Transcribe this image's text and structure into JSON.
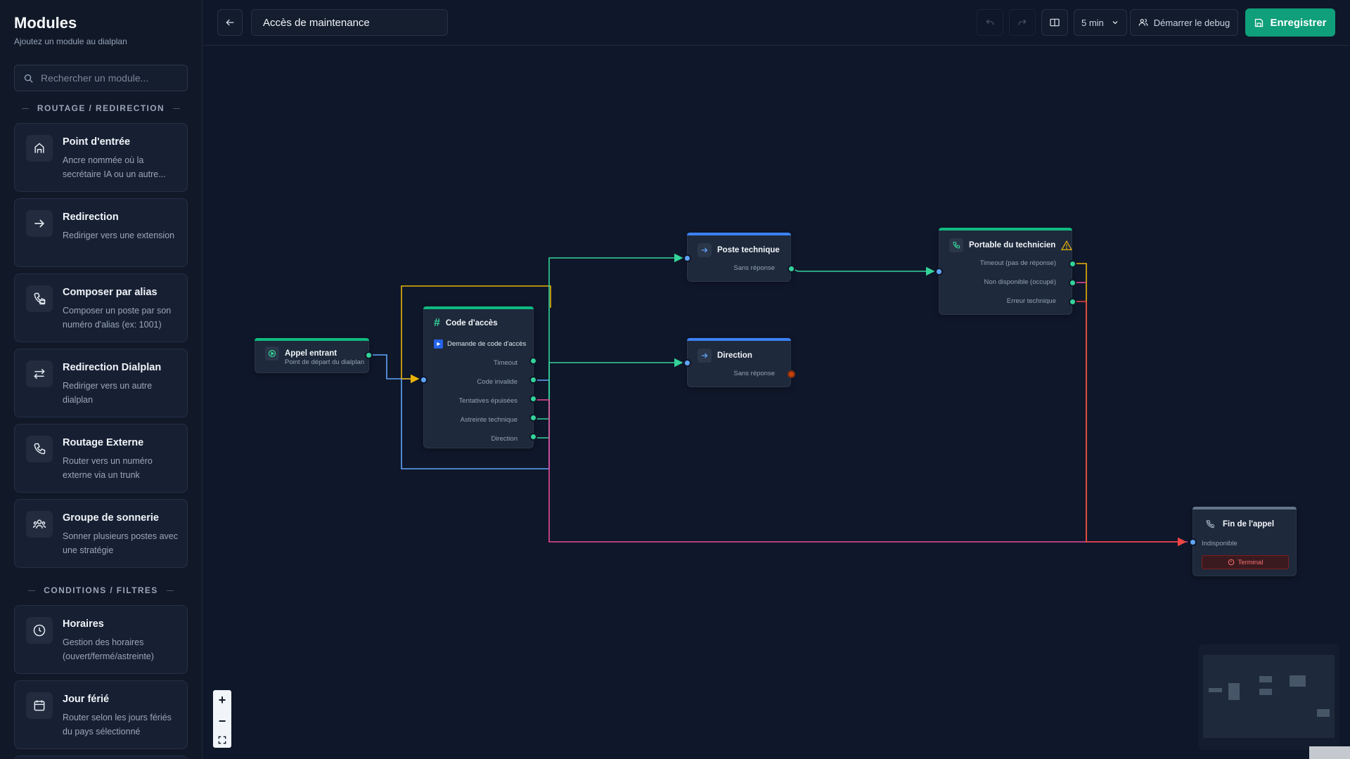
{
  "sidebar": {
    "title": "Modules",
    "subtitle": "Ajoutez un module au dialplan",
    "search_placeholder": "Rechercher un module...",
    "section_routing": "ROUTAGE / REDIRECTION",
    "section_conditions": "CONDITIONS / FILTRES",
    "modules": [
      {
        "title": "Point d'entrée",
        "desc": "Ancre nommée où la secrétaire IA ou un autre...",
        "icon": "entry-point-icon"
      },
      {
        "title": "Redirection",
        "desc": "Rediriger vers une extension",
        "icon": "arrow-right-icon"
      },
      {
        "title": "Composer par alias",
        "desc": "Composer un poste par son numéro d'alias (ex: 1001)",
        "icon": "phone-alias-icon"
      },
      {
        "title": "Redirection Dialplan",
        "desc": "Rediriger vers un autre dialplan",
        "icon": "swap-arrows-icon"
      },
      {
        "title": "Routage Externe",
        "desc": "Router vers un numéro externe via un trunk",
        "icon": "phone-forward-icon"
      },
      {
        "title": "Groupe de sonnerie",
        "desc": "Sonner plusieurs postes avec une stratégie",
        "icon": "users-group-icon"
      },
      {
        "title": "Horaires",
        "desc": "Gestion des horaires (ouvert/fermé/astreinte)",
        "icon": "clock-icon"
      },
      {
        "title": "Jour férié",
        "desc": "Router selon les jours fériés du pays sélectionné",
        "icon": "calendar-icon"
      }
    ]
  },
  "toolbar": {
    "dialplan_name": "Accès de maintenance",
    "timeout_value": "5 min",
    "debug_label": "Démarrer le debug",
    "save_label": "Enregistrer"
  },
  "nodes": {
    "incoming": {
      "title": "Appel entrant",
      "subtitle": "Point de départ du dialplan"
    },
    "access_code": {
      "title": "Code d'accès",
      "prompt": "Demande de code d'accès",
      "outputs": [
        "Timeout",
        "Code invalide",
        "Tentatives épuisées",
        "Astreinte technique",
        "Direction"
      ]
    },
    "poste_technique": {
      "title": "Poste technique",
      "outputs": [
        "Sans réponse"
      ]
    },
    "direction": {
      "title": "Direction",
      "outputs": [
        "Sans réponse"
      ]
    },
    "portable": {
      "title": "Portable du technicien",
      "outputs": [
        "Timeout (pas de réponse)",
        "Non disponible (occupé)",
        "Erreur technique"
      ]
    },
    "end_call": {
      "title": "Fin de l'appel",
      "subtitle": "Indisponible",
      "badge": "Terminal"
    }
  },
  "zoom": {
    "plus": "+",
    "minus": "−"
  },
  "colors": {
    "accent_green": "#10b981",
    "accent_blue": "#3b82f6",
    "edge_yellow": "#eab308",
    "edge_pink": "#ec4899",
    "edge_red": "#ef4444",
    "terminal_red": "#f87171"
  }
}
